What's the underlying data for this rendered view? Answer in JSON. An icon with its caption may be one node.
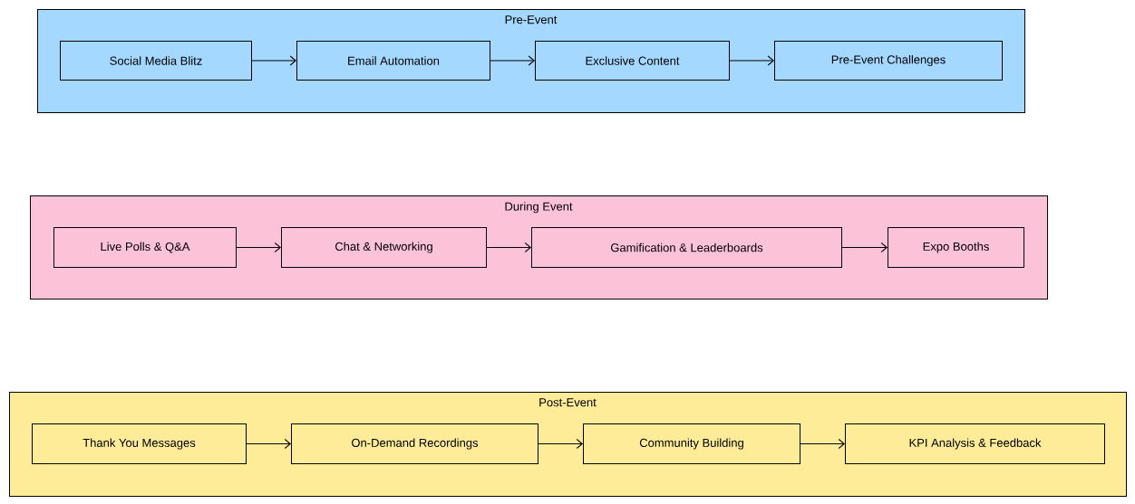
{
  "diagram": {
    "nodes": [
      {
        "text": [
          "Pre-Event"
        ]
      },
      {
        "text": [
          "Social Media Blitz"
        ],
        "in": 0
      },
      {
        "text": [
          "Email Automation"
        ],
        "in": 0
      },
      {
        "text": [
          "Exclusive Content"
        ],
        "in": 0
      },
      {
        "text": [
          "Pre-Event Challenges"
        ],
        "in": 0
      },
      {
        "text": [
          "During Event"
        ]
      },
      {
        "text": [
          "Live Polls & Q&A"
        ],
        "in": 5
      },
      {
        "text": [
          "Chat & Networking"
        ],
        "in": 5
      },
      {
        "text": [
          "Gamification & Leaderboards"
        ],
        "in": 5
      },
      {
        "text": [
          "Expo Booths"
        ],
        "in": 5
      },
      {
        "text": [
          "Post-Event"
        ]
      },
      {
        "text": [
          "Thank You Messages"
        ],
        "in": 10
      },
      {
        "text": [
          "On-Demand Recordings"
        ],
        "in": 10
      },
      {
        "text": [
          "Community Building"
        ],
        "in": 10
      },
      {
        "text": [
          "KPI Analysis & Feedback"
        ],
        "in": 10
      }
    ],
    "edges": [
      {
        "from": 1,
        "to": 2,
        "arrow": "to"
      },
      {
        "from": 2,
        "to": 3,
        "arrow": "to"
      },
      {
        "from": 3,
        "to": 4,
        "arrow": "to"
      },
      {
        "from": 6,
        "to": 7,
        "arrow": "to"
      },
      {
        "from": 7,
        "to": 8,
        "arrow": "to"
      },
      {
        "from": 8,
        "to": 9,
        "arrow": "to"
      },
      {
        "from": 11,
        "to": 12,
        "arrow": "to"
      },
      {
        "from": 12,
        "to": 13,
        "arrow": "to"
      },
      {
        "from": 13,
        "to": 14,
        "arrow": "to"
      }
    ]
  }
}
